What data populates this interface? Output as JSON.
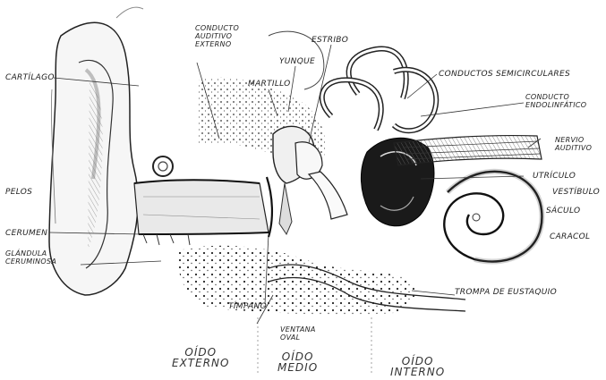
{
  "labels": {
    "conducto_auditivo_externo": [
      "Conducto",
      "auditivo",
      "externo"
    ],
    "estribo": "Estribo",
    "yunque": "Yunque",
    "martillo": "Martillo",
    "cartilago": "Cartílago",
    "conductos_semicirculares": "Conductos semicirculares",
    "conducto_endolinfatico": [
      "Conducto",
      "endolinfático"
    ],
    "nervio_auditivo": [
      "Nervio",
      "auditivo"
    ],
    "utriculo": "Utrículo",
    "vestibulo": "Vestíbulo",
    "saculo": "Sáculo",
    "caracol": "Caracol",
    "pelos": "Pelos",
    "cerumen": "Cerumen",
    "glandula_ceruminosa": [
      "Glándula",
      "ceruminosa"
    ],
    "timpano": "Tímpano",
    "trompa_de_eustaquio": "Trompa de Eustaquio",
    "ventana_oval": [
      "Ventana",
      "oval"
    ]
  },
  "regions": {
    "oido_externo": [
      "Oído",
      "externo"
    ],
    "oido_medio": [
      "Oído",
      "medio"
    ],
    "oido_interno": [
      "Oído",
      "interno"
    ]
  }
}
